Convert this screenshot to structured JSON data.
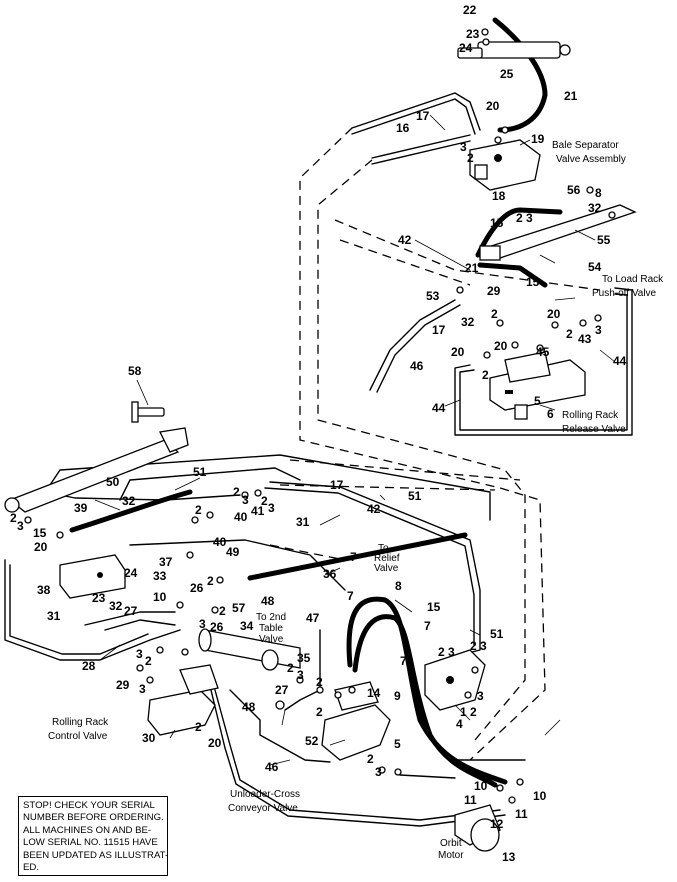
{
  "callouts": [
    {
      "id": "c22",
      "t": "22"
    },
    {
      "id": "c23a",
      "t": "23"
    },
    {
      "id": "c24a",
      "t": "24"
    },
    {
      "id": "c25",
      "t": "25"
    },
    {
      "id": "c21a",
      "t": "21"
    },
    {
      "id": "c20a",
      "t": "20"
    },
    {
      "id": "c17a",
      "t": "17"
    },
    {
      "id": "c16",
      "t": "16"
    },
    {
      "id": "c19",
      "t": "19"
    },
    {
      "id": "c3a",
      "t": "3"
    },
    {
      "id": "c2a",
      "t": "2"
    },
    {
      "id": "c18",
      "t": "18"
    },
    {
      "id": "c56",
      "t": "56"
    },
    {
      "id": "c8a",
      "t": "8"
    },
    {
      "id": "c32a",
      "t": "32"
    },
    {
      "id": "c15a",
      "t": "15"
    },
    {
      "id": "c2b",
      "t": "2"
    },
    {
      "id": "c3b",
      "t": "3"
    },
    {
      "id": "c55",
      "t": "55"
    },
    {
      "id": "c42a",
      "t": "42"
    },
    {
      "id": "c21b",
      "t": "21"
    },
    {
      "id": "c54",
      "t": "54"
    },
    {
      "id": "c15b",
      "t": "15"
    },
    {
      "id": "c53",
      "t": "53"
    },
    {
      "id": "c29a",
      "t": "29"
    },
    {
      "id": "c20b",
      "t": "20"
    },
    {
      "id": "c2c",
      "t": "2"
    },
    {
      "id": "c32b",
      "t": "32"
    },
    {
      "id": "c17b",
      "t": "17"
    },
    {
      "id": "c20c",
      "t": "20"
    },
    {
      "id": "c2d",
      "t": "2"
    },
    {
      "id": "c3c",
      "t": "3"
    },
    {
      "id": "c43",
      "t": "43"
    },
    {
      "id": "c20d",
      "t": "20"
    },
    {
      "id": "c45",
      "t": "45"
    },
    {
      "id": "c46a",
      "t": "46"
    },
    {
      "id": "c2e",
      "t": "2"
    },
    {
      "id": "c44a",
      "t": "44"
    },
    {
      "id": "c5a",
      "t": "5"
    },
    {
      "id": "c44b",
      "t": "44"
    },
    {
      "id": "c6",
      "t": "6"
    },
    {
      "id": "c58",
      "t": "58"
    },
    {
      "id": "c51a",
      "t": "51"
    },
    {
      "id": "c50",
      "t": "50"
    },
    {
      "id": "c17c",
      "t": "17"
    },
    {
      "id": "c51b",
      "t": "51"
    },
    {
      "id": "c32c",
      "t": "32"
    },
    {
      "id": "c39",
      "t": "39"
    },
    {
      "id": "c2f",
      "t": "2"
    },
    {
      "id": "c3d",
      "t": "3"
    },
    {
      "id": "c15c",
      "t": "15"
    },
    {
      "id": "c20e",
      "t": "20"
    },
    {
      "id": "c2g",
      "t": "2"
    },
    {
      "id": "c3e",
      "t": "3"
    },
    {
      "id": "c2h",
      "t": "2"
    },
    {
      "id": "c40a",
      "t": "40"
    },
    {
      "id": "c41",
      "t": "41"
    },
    {
      "id": "c2i",
      "t": "2"
    },
    {
      "id": "c3f",
      "t": "3"
    },
    {
      "id": "c42b",
      "t": "42"
    },
    {
      "id": "c31a",
      "t": "31"
    },
    {
      "id": "c40b",
      "t": "40"
    },
    {
      "id": "c49",
      "t": "49"
    },
    {
      "id": "c7a",
      "t": "7"
    },
    {
      "id": "c37",
      "t": "37"
    },
    {
      "id": "c24b",
      "t": "24"
    },
    {
      "id": "c33",
      "t": "33"
    },
    {
      "id": "c26a",
      "t": "26"
    },
    {
      "id": "c2j",
      "t": "2"
    },
    {
      "id": "c36",
      "t": "36"
    },
    {
      "id": "c8b",
      "t": "8"
    },
    {
      "id": "c38",
      "t": "38"
    },
    {
      "id": "c23b",
      "t": "23"
    },
    {
      "id": "c10a",
      "t": "10"
    },
    {
      "id": "c32d",
      "t": "32"
    },
    {
      "id": "c27a",
      "t": "27"
    },
    {
      "id": "c2k",
      "t": "2"
    },
    {
      "id": "c57",
      "t": "57"
    },
    {
      "id": "c48a",
      "t": "48"
    },
    {
      "id": "c7b",
      "t": "7"
    },
    {
      "id": "c15d",
      "t": "15"
    },
    {
      "id": "c31b",
      "t": "31"
    },
    {
      "id": "c3g",
      "t": "3"
    },
    {
      "id": "c26b",
      "t": "26"
    },
    {
      "id": "c34",
      "t": "34"
    },
    {
      "id": "c47",
      "t": "47"
    },
    {
      "id": "c7c",
      "t": "7"
    },
    {
      "id": "c51c",
      "t": "51"
    },
    {
      "id": "c28",
      "t": "28"
    },
    {
      "id": "c3h",
      "t": "3"
    },
    {
      "id": "c2l",
      "t": "2"
    },
    {
      "id": "c29b",
      "t": "29"
    },
    {
      "id": "c3i",
      "t": "3"
    },
    {
      "id": "c35",
      "t": "35"
    },
    {
      "id": "c2m",
      "t": "2"
    },
    {
      "id": "c2n",
      "t": "2"
    },
    {
      "id": "c3j",
      "t": "3"
    },
    {
      "id": "c7d",
      "t": "7"
    },
    {
      "id": "c3k",
      "t": "3"
    },
    {
      "id": "c27b",
      "t": "27"
    },
    {
      "id": "c2o",
      "t": "2"
    },
    {
      "id": "c14",
      "t": "14"
    },
    {
      "id": "c9",
      "t": "9"
    },
    {
      "id": "c3l",
      "t": "3"
    },
    {
      "id": "c1",
      "t": "1"
    },
    {
      "id": "c2p",
      "t": "2"
    },
    {
      "id": "c48b",
      "t": "48"
    },
    {
      "id": "c2q",
      "t": "2"
    },
    {
      "id": "c30",
      "t": "30"
    },
    {
      "id": "c2r",
      "t": "2"
    },
    {
      "id": "c20f",
      "t": "20"
    },
    {
      "id": "c4",
      "t": "4"
    },
    {
      "id": "c52",
      "t": "52"
    },
    {
      "id": "c5b",
      "t": "5"
    },
    {
      "id": "c46b",
      "t": "46"
    },
    {
      "id": "c2s",
      "t": "2"
    },
    {
      "id": "c3m",
      "t": "3"
    },
    {
      "id": "c10b",
      "t": "10"
    },
    {
      "id": "c10c",
      "t": "10"
    },
    {
      "id": "c11a",
      "t": "11"
    },
    {
      "id": "c11b",
      "t": "11"
    },
    {
      "id": "c12",
      "t": "12"
    },
    {
      "id": "c13",
      "t": "13"
    },
    {
      "id": "c2t",
      "t": "2"
    },
    {
      "id": "c3n",
      "t": "3"
    }
  ],
  "labels": [
    {
      "id": "bale1",
      "t": "Bale Separator"
    },
    {
      "id": "bale2",
      "t": "Valve Assembly"
    },
    {
      "id": "load1",
      "t": "To Load Rack"
    },
    {
      "id": "load2",
      "t": "Push-off Valve"
    },
    {
      "id": "roll1",
      "t": "Rolling Rack"
    },
    {
      "id": "roll2",
      "t": "Release Valve"
    },
    {
      "id": "relief1",
      "t": "To"
    },
    {
      "id": "relief2",
      "t": "Relief"
    },
    {
      "id": "relief3",
      "t": "Valve"
    },
    {
      "id": "table1",
      "t": "To 2nd"
    },
    {
      "id": "table2",
      "t": "Table"
    },
    {
      "id": "table3",
      "t": "Valve"
    },
    {
      "id": "rcv1",
      "t": "Rolling Rack"
    },
    {
      "id": "rcv2",
      "t": "Control Valve"
    },
    {
      "id": "unl1",
      "t": "Unloader-Cross"
    },
    {
      "id": "unl2",
      "t": "Conveyor Valve"
    },
    {
      "id": "orb1",
      "t": "Orbit"
    },
    {
      "id": "orb2",
      "t": "Motor"
    }
  ],
  "notice": [
    "STOP! CHECK YOUR SERIAL",
    "NUMBER BEFORE ORDERING.",
    "ALL MACHINES ON AND BE-",
    "LOW SERIAL NO. 11515 HAVE",
    "BEEN UPDATED AS ILLUSTRAT-",
    "ED."
  ]
}
